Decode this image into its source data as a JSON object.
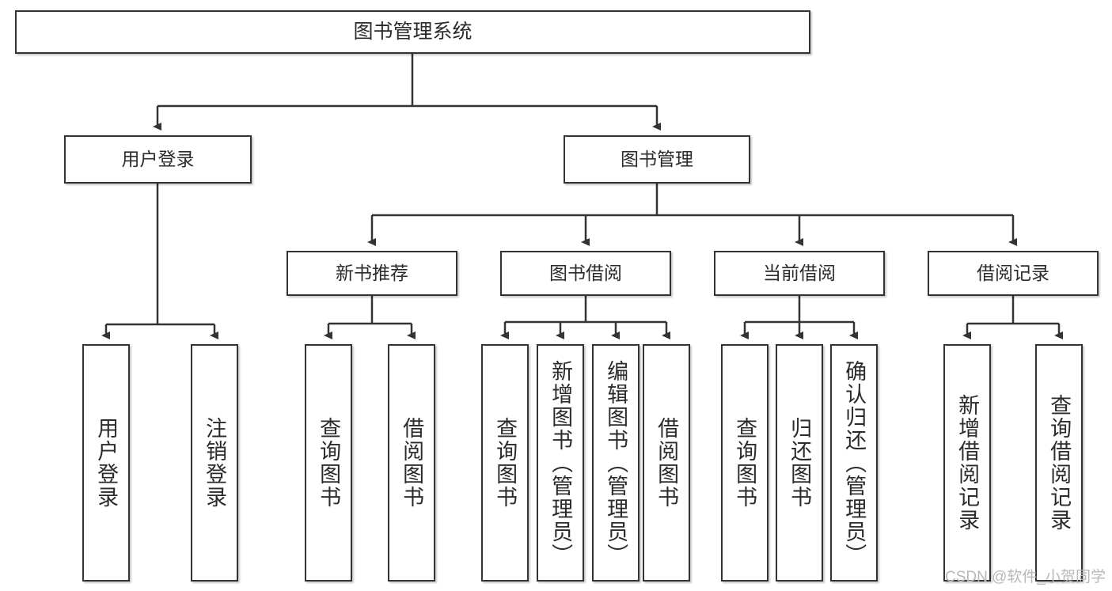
{
  "diagram": {
    "title": "图书管理系统",
    "type": "hierarchy-tree",
    "levels": 4,
    "line_color": "#333333",
    "box_fill": "#ffffff",
    "text_color": "#2b2b2b"
  },
  "nodes": {
    "root": {
      "label": "图书管理系统"
    },
    "level2": [
      {
        "label": "用户登录"
      },
      {
        "label": "图书管理"
      }
    ],
    "level3": [
      {
        "label": "新书推荐"
      },
      {
        "label": "图书借阅"
      },
      {
        "label": "当前借阅"
      },
      {
        "label": "借阅记录"
      }
    ],
    "leaves": {
      "user_login": [
        {
          "label": "用户登录"
        },
        {
          "label": "注销登录"
        }
      ],
      "new_book": [
        {
          "label": "查询图书"
        },
        {
          "label": "借阅图书"
        }
      ],
      "book_borrow": [
        {
          "label": "查询图书"
        },
        {
          "label": "新增图书（管理员）"
        },
        {
          "label": "编辑图书（管理员）"
        },
        {
          "label": "借阅图书"
        }
      ],
      "current_borrow": [
        {
          "label": "查询图书"
        },
        {
          "label": "归还图书"
        },
        {
          "label": "确认归还（管理员）"
        }
      ],
      "borrow_record": [
        {
          "label": "新增借阅记录"
        },
        {
          "label": "查询借阅记录"
        }
      ]
    }
  },
  "watermark": {
    "text": "CSDN @软件_小贺同学"
  }
}
